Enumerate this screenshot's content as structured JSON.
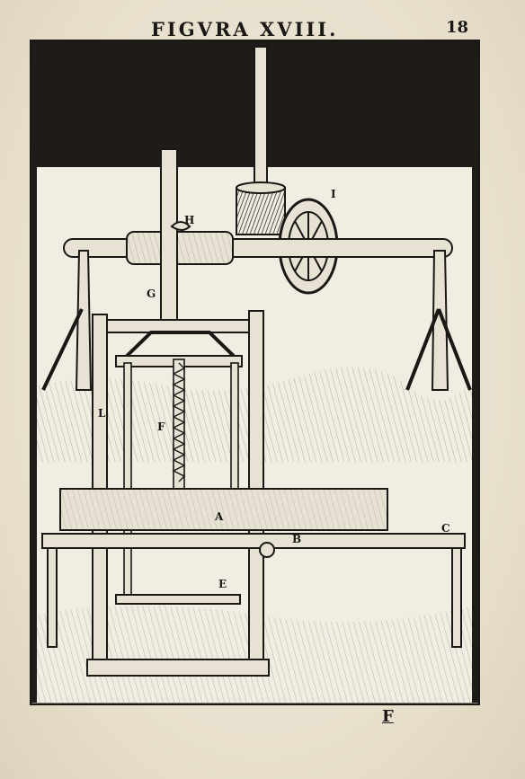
{
  "header": {
    "title": "FIGVRA XVIII.",
    "page_number": "18"
  },
  "figure": {
    "labels": {
      "a": "A",
      "b": "B",
      "c": "C",
      "e": "E",
      "f": "F",
      "g": "G",
      "h": "H",
      "i": "I",
      "l": "L"
    }
  },
  "footer": {
    "signature": "F"
  },
  "colors": {
    "ink": "#1a1714",
    "paper": "#e9e2d1",
    "frame_fill": "#f2ede2"
  }
}
